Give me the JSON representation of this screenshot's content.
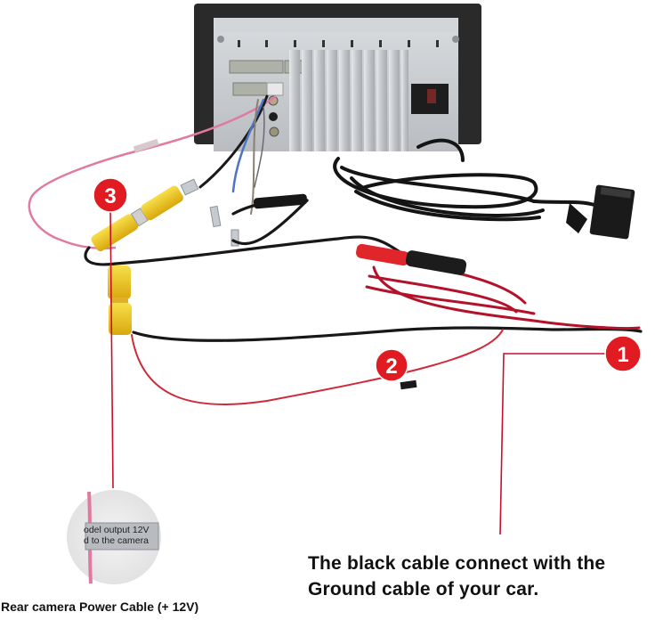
{
  "figure": {
    "title": "Rear camera wiring diagram",
    "callouts": [
      {
        "number": "1",
        "target": "black ground cable"
      },
      {
        "number": "2",
        "target": "red power cable"
      },
      {
        "number": "3",
        "target": "rear camera power cable (+12V)"
      }
    ],
    "inset": {
      "label_line1": "odel output 12V",
      "label_line2": "d to the camera"
    },
    "captions": {
      "ground_line1": "The black cable connect with the",
      "ground_line2": "Ground cable of your car.",
      "power": "Rear camera Power Cable (+ 12V)"
    },
    "colors": {
      "badge_red": "#e11b22",
      "pointer_red": "#c8102e",
      "rca_yellow": "#f2cc19",
      "pink_wire": "#e07aa0",
      "red_cable": "#b3122a",
      "black_cable": "#1a1a1a",
      "unit_silver": "#c9ccd0",
      "unit_frame": "#2a2a2a"
    }
  }
}
